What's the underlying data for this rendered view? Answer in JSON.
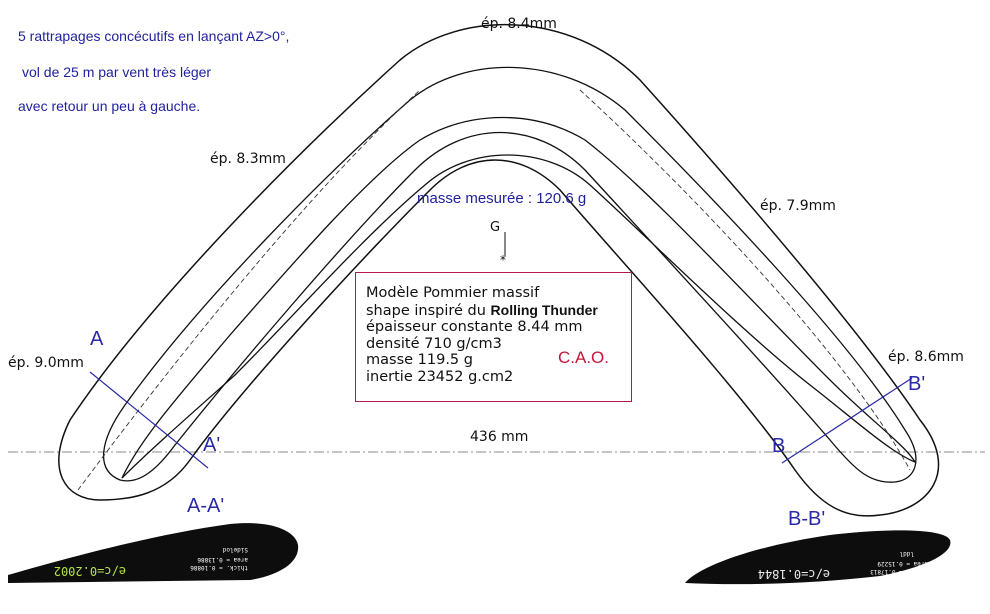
{
  "notes": {
    "line1": "5 rattrapages concécutifs en lançant AZ>0°,",
    "line2": "vol de 25 m par vent très léger",
    "line3": "avec retour un peu à gauche."
  },
  "thickness": {
    "top": "ép. 8.4mm",
    "left_arm": "ép. 8.3mm",
    "right_arm": "ép. 7.9mm",
    "left_tip": "ép. 9.0mm",
    "right_tip": "ép. 8.6mm"
  },
  "mass_measured": "masse mesurée : 120.6 g",
  "centroid_label": "G",
  "model": {
    "line1": "Modèle Pommier massif",
    "line2_prefix": "shape inspiré du ",
    "line2_bold": "Rolling Thunder",
    "line3": "épaisseur constante 8.44 mm",
    "line4": "densité 710 g/cm3",
    "line5": "masse 119.5 g",
    "line6": "inertie 23452 g.cm2",
    "cao": "C.A.O."
  },
  "span": "436 mm",
  "section_letters": {
    "a": "A",
    "a_prime": "A'",
    "b": "B",
    "b_prime": "B'"
  },
  "sections": {
    "left_title": "A-A'",
    "right_title": "B-B'",
    "left_ratio": "e/c=0.2002",
    "right_ratio": "e/c=0.1844"
  },
  "colors": {
    "annotation_blue": "#1f1f9f",
    "box_border": "#b2184a",
    "cao_red": "#c4163c",
    "ratio_green": "#b4e04a",
    "profile_fill": "#0d0d0d"
  }
}
